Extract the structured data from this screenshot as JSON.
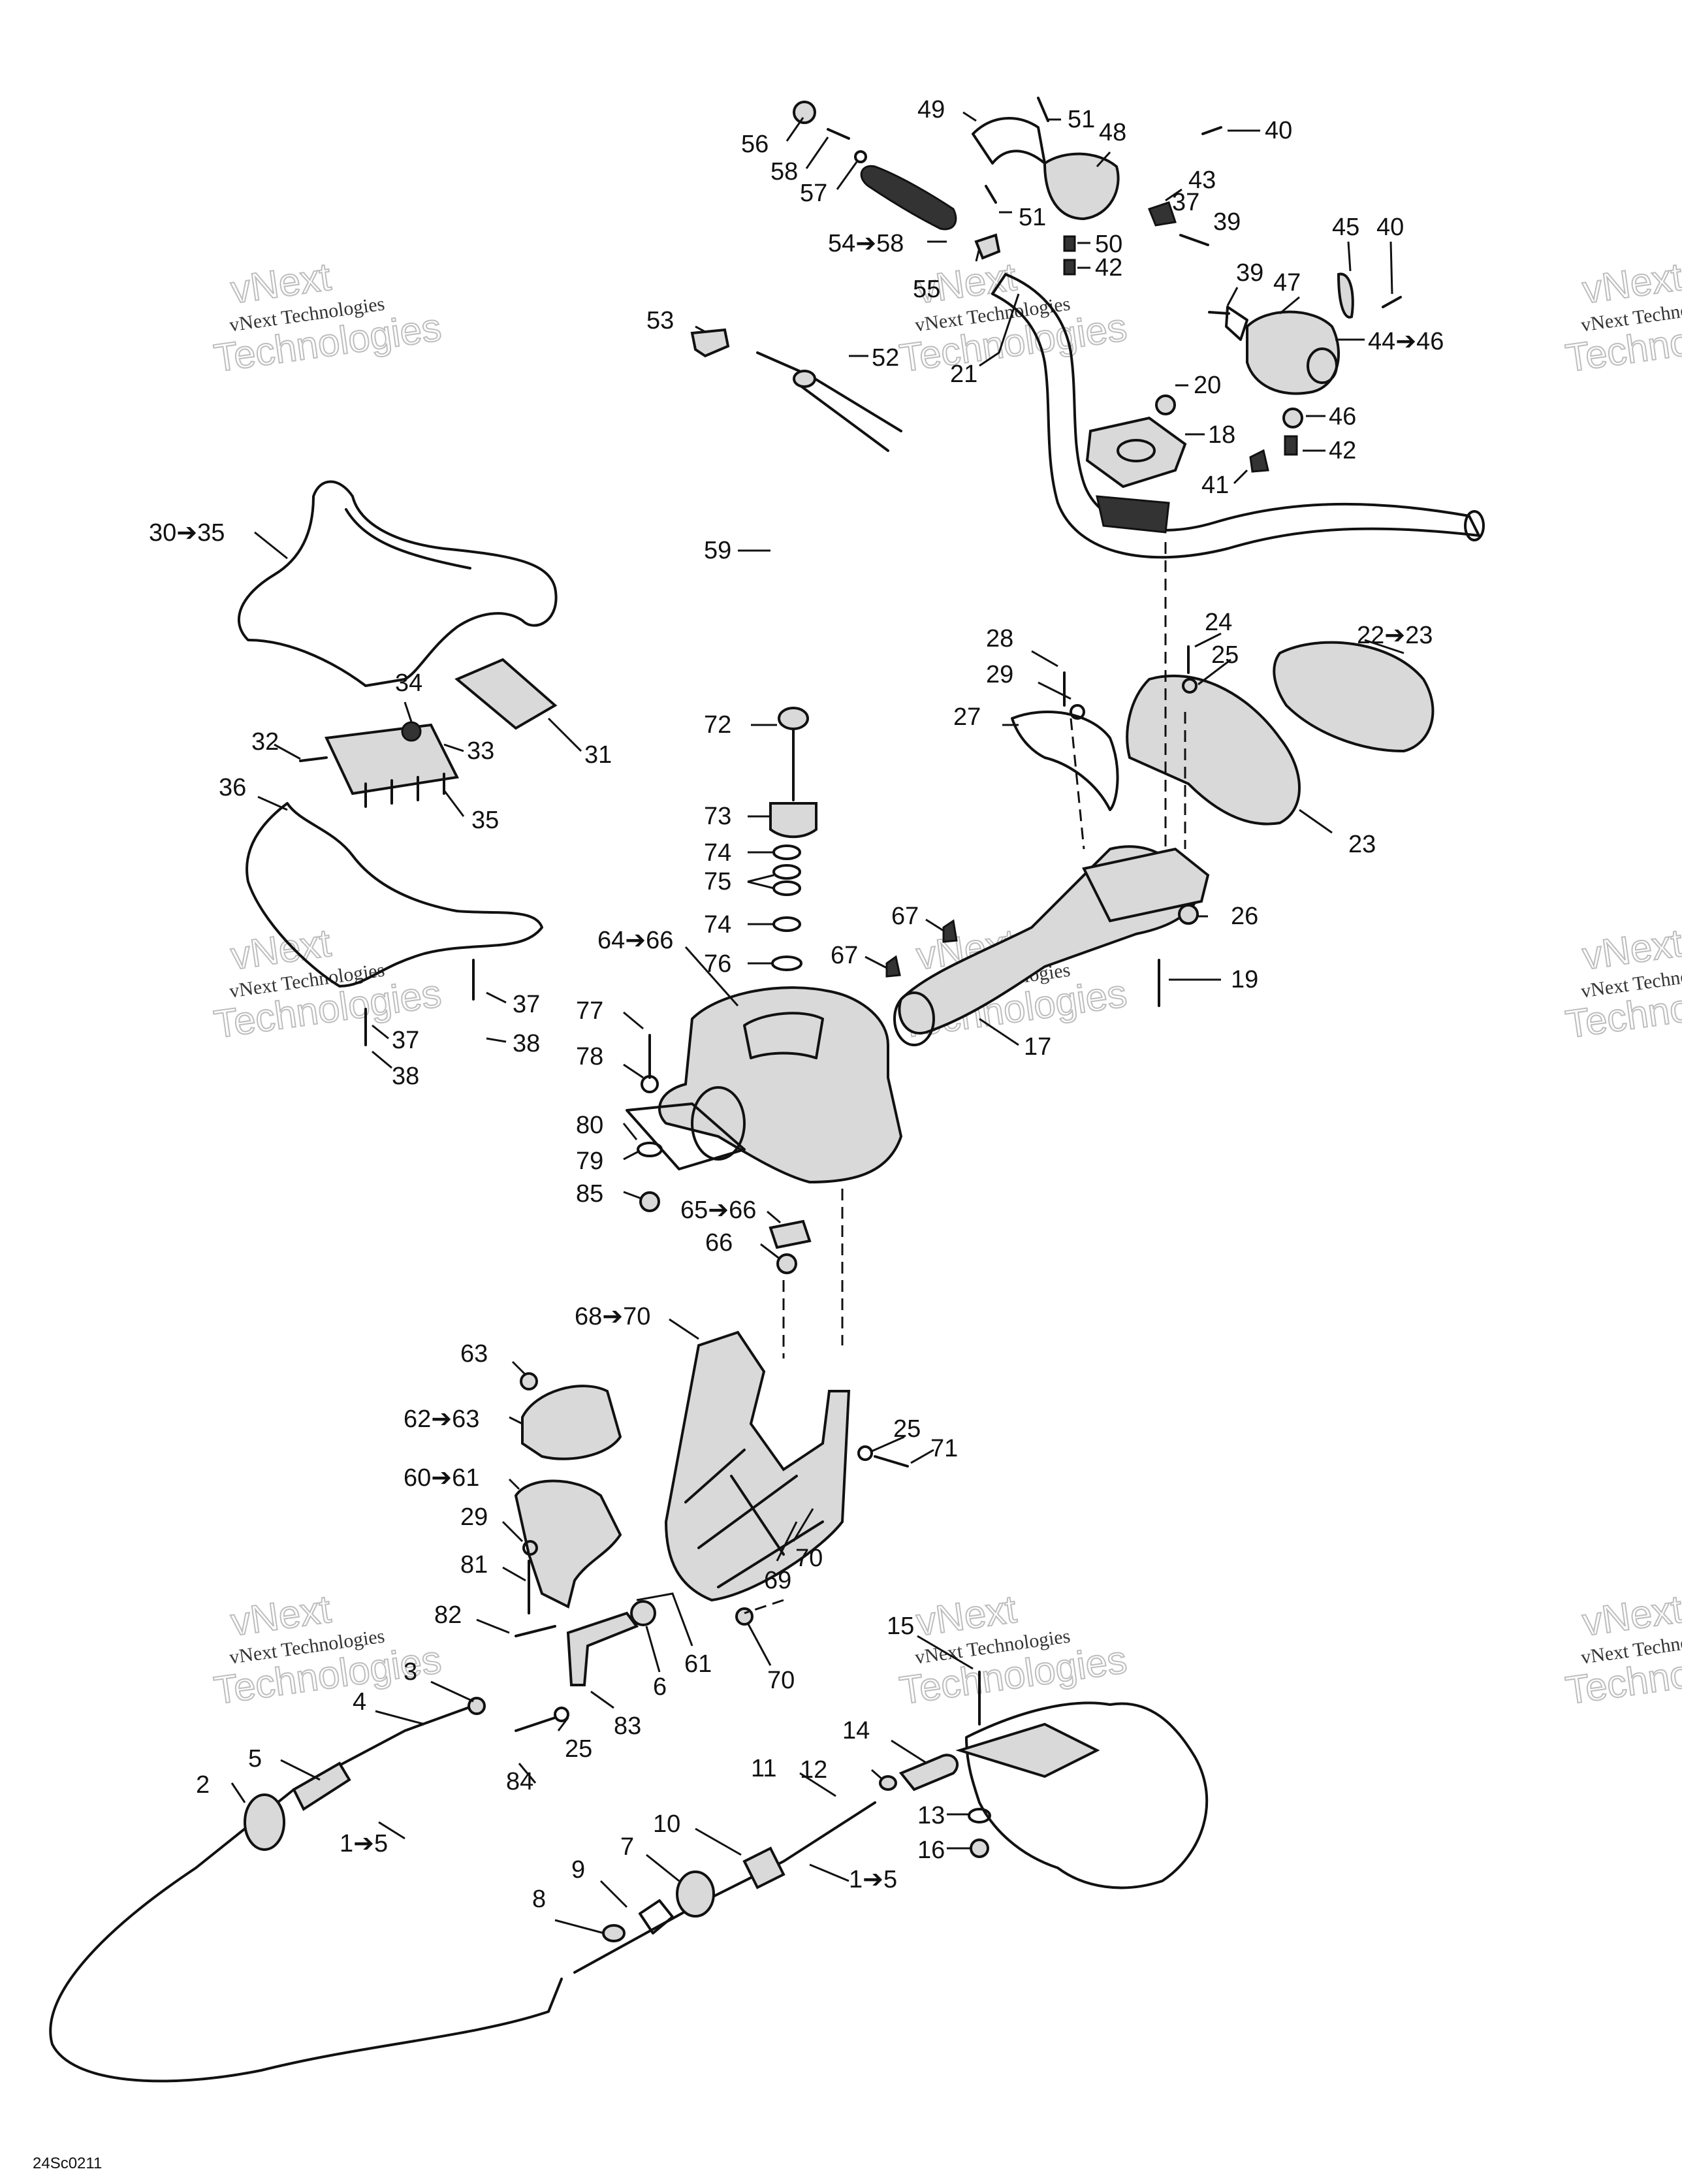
{
  "figure_code": "24Sc0211",
  "watermark": {
    "line1": "vNext",
    "line2": "vNext Technologies",
    "line3": "Technologies"
  },
  "callouts": [
    "56",
    "58",
    "57",
    "49",
    "51",
    "51",
    "48",
    "40",
    "43",
    "37",
    "39",
    "50",
    "42",
    "54➔58",
    "55",
    "45",
    "40",
    "39",
    "47",
    "44➔46",
    "53",
    "52",
    "21",
    "20",
    "46",
    "18",
    "42",
    "41",
    "30➔35",
    "59",
    "28",
    "24",
    "22➔23",
    "29",
    "25",
    "34",
    "72",
    "27",
    "32",
    "33",
    "31",
    "35",
    "23",
    "36",
    "73",
    "74",
    "75",
    "74",
    "67",
    "26",
    "64➔66",
    "76",
    "67",
    "19",
    "37",
    "37",
    "38",
    "38",
    "17",
    "77",
    "78",
    "80",
    "79",
    "85",
    "65➔66",
    "66",
    "68➔70",
    "63",
    "62➔63",
    "25",
    "71",
    "60➔61",
    "29",
    "70",
    "81",
    "69",
    "82",
    "61",
    "6",
    "70",
    "3",
    "15",
    "4",
    "83",
    "14",
    "25",
    "12",
    "5",
    "84",
    "11",
    "2",
    "13",
    "10",
    "1➔5",
    "7",
    "16",
    "9",
    "8",
    "1➔5"
  ]
}
